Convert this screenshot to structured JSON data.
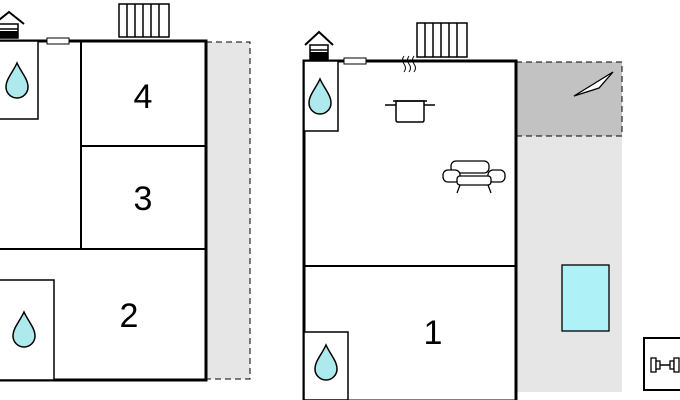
{
  "floorplan": {
    "rooms": [
      {
        "id": "room-4",
        "label": "4"
      },
      {
        "id": "room-3",
        "label": "3"
      },
      {
        "id": "room-2",
        "label": "2"
      },
      {
        "id": "room-1",
        "label": "1"
      }
    ],
    "icons": [
      "house-icon",
      "radiator-icon",
      "water-drop-icon",
      "cooking-pot-icon",
      "sofa-icon",
      "terrace-icon",
      "swimming-pool-icon",
      "fitness-dumbbell-icon"
    ],
    "colors": {
      "wall": "#000000",
      "outdoor_area": "#e6e6e6",
      "covered_area": "#c2c2c2",
      "water": "#aee9ee",
      "pool": "#aef1f6"
    }
  }
}
